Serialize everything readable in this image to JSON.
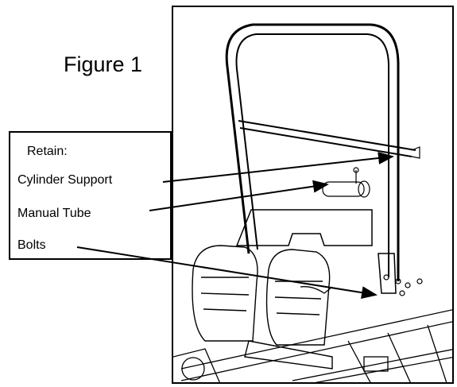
{
  "figure": {
    "title": "Figure 1"
  },
  "callout": {
    "heading": "Retain:",
    "items": [
      "Cylinder Support",
      "Manual Tube",
      "Bolts"
    ]
  },
  "colors": {
    "line": "#000000",
    "background": "#ffffff"
  }
}
